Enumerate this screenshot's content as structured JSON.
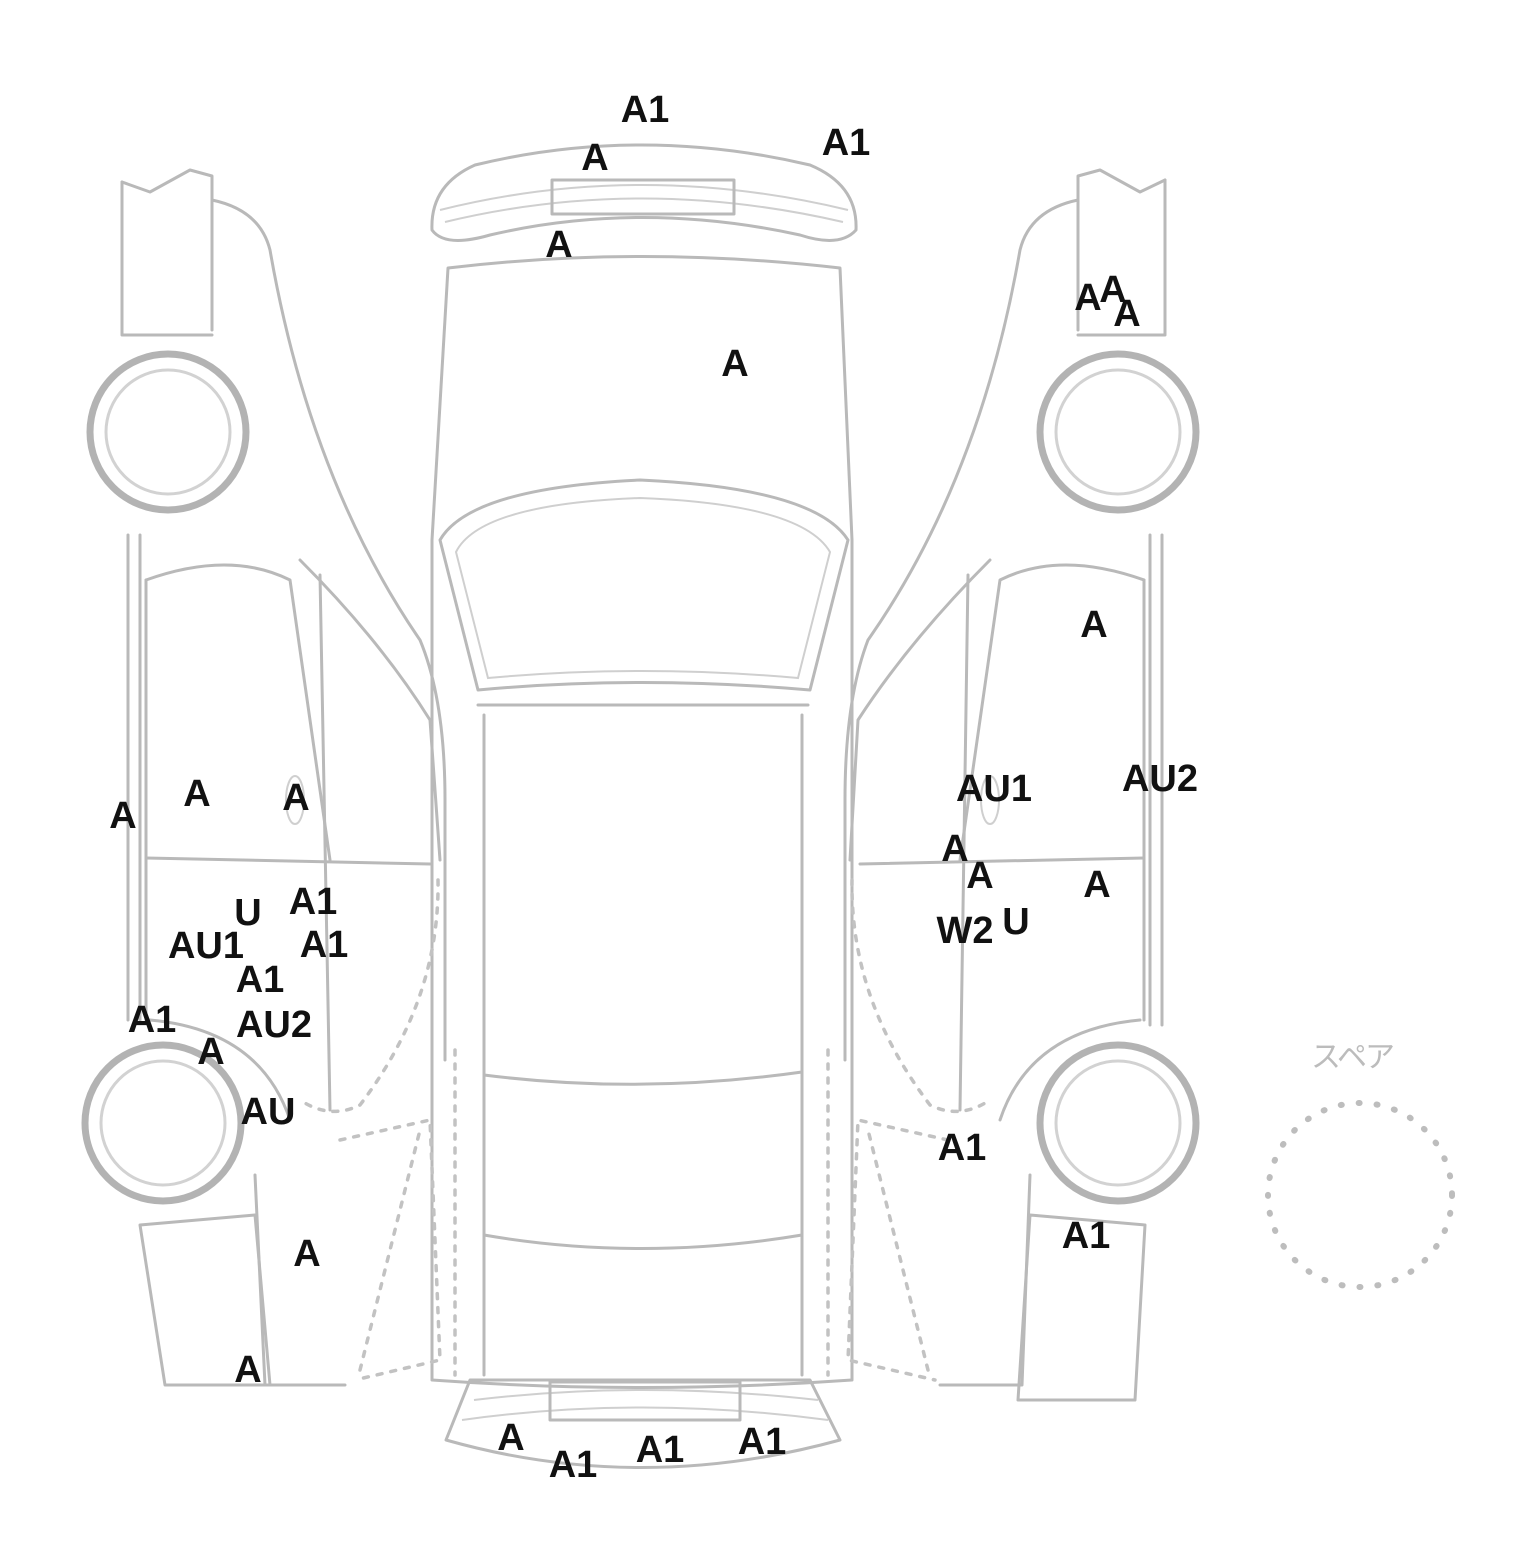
{
  "spare_label": "スペア",
  "colors": {
    "line": "#b9b9b9",
    "text": "#111111"
  },
  "marks": [
    {
      "code": "A1"
    },
    {
      "code": "A1"
    },
    {
      "code": "A"
    },
    {
      "code": "A"
    },
    {
      "code": "A"
    },
    {
      "code": "A"
    },
    {
      "code": "A"
    },
    {
      "code": "A"
    },
    {
      "code": "A"
    },
    {
      "code": "A"
    },
    {
      "code": "A"
    },
    {
      "code": "A"
    },
    {
      "code": "U"
    },
    {
      "code": "A1"
    },
    {
      "code": "AU1"
    },
    {
      "code": "A1"
    },
    {
      "code": "A1"
    },
    {
      "code": "A1"
    },
    {
      "code": "AU2"
    },
    {
      "code": "A"
    },
    {
      "code": "AU"
    },
    {
      "code": "A"
    },
    {
      "code": "A"
    },
    {
      "code": "AU1"
    },
    {
      "code": "AU2"
    },
    {
      "code": "A"
    },
    {
      "code": "A"
    },
    {
      "code": "A"
    },
    {
      "code": "W2"
    },
    {
      "code": "U"
    },
    {
      "code": "A1"
    },
    {
      "code": "A1"
    },
    {
      "code": "A"
    },
    {
      "code": "A1"
    },
    {
      "code": "A1"
    },
    {
      "code": "A1"
    }
  ]
}
